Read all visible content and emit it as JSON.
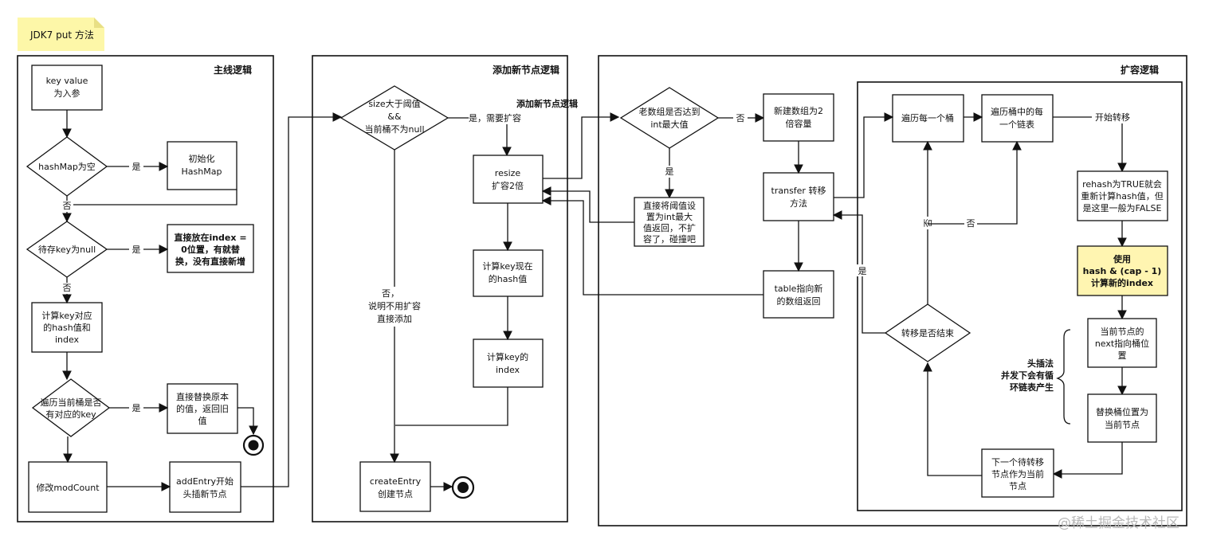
{
  "title_note": "JDK7 put 方法",
  "frames": {
    "main": "主线逻辑",
    "add_node": "添加新节点逻辑",
    "resize": "扩容逻辑"
  },
  "main": {
    "key_value": [
      "key value",
      "为入参"
    ],
    "is_empty": "hashMap为空",
    "init": [
      "初始化",
      "HashMap"
    ],
    "key_null": "待存key为null",
    "put_index0": [
      "直接放在index =",
      "0位置，有就替",
      "换，没有直接新增"
    ],
    "calc_hash": [
      "计算key对应",
      "的hash值和",
      "index"
    ],
    "traverse": [
      "遍历当前桶是否",
      "有对应的key"
    ],
    "replace": [
      "直接替换原本",
      "的值，返回旧",
      "值"
    ],
    "modcount": "修改modCount",
    "add_entry": [
      "addEntry开始",
      "头插新节点"
    ],
    "yes1": "是",
    "no1": "否",
    "yes2": "是",
    "no2": "否",
    "yes3": "是"
  },
  "add_node": {
    "size_check": [
      "size大于阈值",
      "&&",
      "当前桶不为null"
    ],
    "yes_resize": "是，需要扩容",
    "label_outside": "添加新节点逻辑",
    "resize": [
      "resize",
      "扩容2倍"
    ],
    "recalc_hash": [
      "计算key现在",
      "的hash值"
    ],
    "calc_index": [
      "计算key的",
      "index"
    ],
    "no_direct": [
      "否，",
      "说明不用扩容",
      "直接添加"
    ],
    "create_entry": [
      "createEntry",
      "创建节点"
    ]
  },
  "resize": {
    "old_max": [
      "老数组是否达到",
      "int最大值"
    ],
    "no": "否",
    "yes": "是",
    "set_threshold": [
      "直接将阈值设",
      "置为int最大",
      "值返回，不扩",
      "容了，碰撞吧"
    ],
    "new_array": [
      "新建数组为2",
      "倍容量"
    ],
    "transfer": [
      "transfer 转移",
      "方法"
    ],
    "table_return": [
      "table指向新",
      "的数组返回"
    ],
    "each_bucket": "遍历每一个桶",
    "each_list": [
      "遍历桶中的每",
      "一个链表"
    ],
    "start_move": "开始转移",
    "rehash": [
      "rehash为TRUE就会",
      "重新计算hash值，但",
      "是这里一般为FALSE"
    ],
    "use_hash": [
      "使用",
      "hash & (cap - 1)",
      "计算新的index"
    ],
    "next_ptr": [
      "当前节点的",
      "next指向桶位",
      "置"
    ],
    "replace_pos": [
      "替换桶位置为",
      "当前节点"
    ],
    "next_node": [
      "下一个待转移",
      "节点作为当前",
      "节点"
    ],
    "move_done": "转移是否结束",
    "head_insert": [
      "头插法",
      "并发下会有循",
      "环链表产生"
    ],
    "no_a": "否",
    "no_b": "否",
    "yes_done": "是"
  },
  "watermark": "@稀土掘金技术社区",
  "colors": {
    "note_fill": "#fdf7a8",
    "highlight_fill": "#fff5b1",
    "line": "#111111"
  }
}
